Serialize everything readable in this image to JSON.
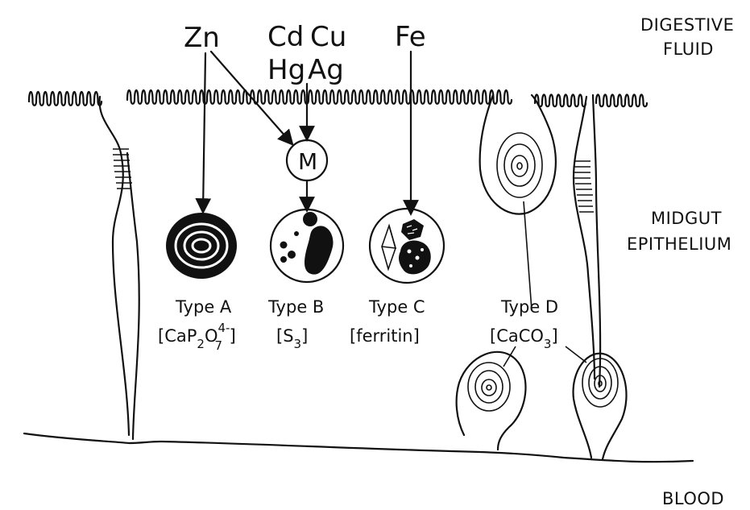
{
  "regions": {
    "digestive_line1": "DIGESTIVE",
    "digestive_line2": "FLUID",
    "midgut_line1": "MIDGUT",
    "midgut_line2": "EPITHELIUM",
    "blood": "BLOOD"
  },
  "metals": {
    "zn": "Zn",
    "cd": "Cd",
    "cu": "Cu",
    "hg": "Hg",
    "ag": "Ag",
    "fe": "Fe",
    "m": "M"
  },
  "granules": {
    "type_a": {
      "label": "Type A",
      "formula": "[CaP",
      "sub1": "2",
      "mid": "O",
      "sup": "4-",
      "sub2": "7",
      "close": " ]"
    },
    "type_b": {
      "label": "Type B",
      "formula": "[S",
      "sub": "3",
      "close": "]"
    },
    "type_c": {
      "label": "Type C",
      "formula": "[ferritin]"
    },
    "type_d": {
      "label": "Type D",
      "formula": "[CaCO",
      "sub": "3",
      "close": "]"
    }
  }
}
